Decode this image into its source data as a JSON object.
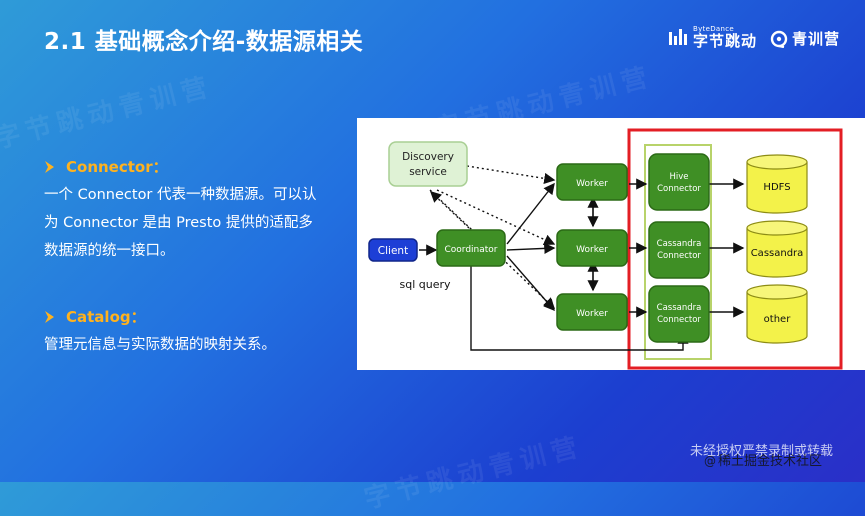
{
  "slide": {
    "title": "2.1 基础概念介绍-数据源相关"
  },
  "logos": {
    "bytedance_en": "ByteDance",
    "bytedance_cn": "字节跳动",
    "qingxunying": "青训营"
  },
  "sections": [
    {
      "heading": "Connector：",
      "body": "一个 Connector 代表一种数据源。可以认为 Connector 是由 Presto 提供的适配多数据源的统一接口。"
    },
    {
      "heading": "Catalog：",
      "body": "管理元信息与实际数据的映射关系。"
    }
  ],
  "diagram": {
    "discovery": [
      "Discovery",
      "service"
    ],
    "client": "Client",
    "coordinator": "Coordinator",
    "sql_query": "sql query",
    "workers": [
      "Worker",
      "Worker",
      "Worker"
    ],
    "connectors": [
      [
        "Hive",
        "Connector"
      ],
      [
        "Cassandra",
        "Connector"
      ],
      [
        "Cassandra",
        "Connector"
      ]
    ],
    "datastores": [
      "HDFS",
      "Cassandra",
      "other"
    ],
    "highlight_color": "#e31e24",
    "green": "#3f8f25",
    "yellow": "#f3f24a",
    "client_blue": "#1d3fd6"
  },
  "watermark": {
    "text": "字节跳动青训营",
    "notice": "未经授权严禁录制或转载",
    "site_mark": "稀土掘金技术社区"
  }
}
